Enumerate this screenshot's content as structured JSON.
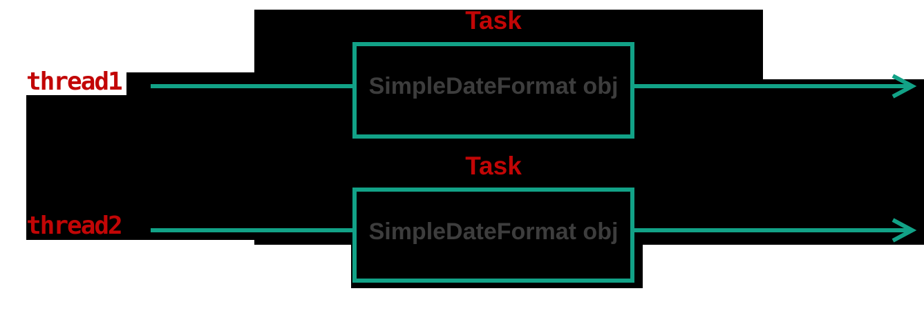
{
  "diagram": {
    "colors": {
      "teal": "#12a287",
      "red_label": "#c20606",
      "object_text_gray": "#3d3d3d",
      "region_black": "#000000",
      "page_white": "#ffffff"
    },
    "lanes": [
      {
        "thread_label": "thread1",
        "task_label": "Task",
        "object_label": "SimpleDateFormat obj"
      },
      {
        "thread_label": "thread2",
        "task_label": "Task",
        "object_label": "SimpleDateFormat obj"
      }
    ]
  }
}
